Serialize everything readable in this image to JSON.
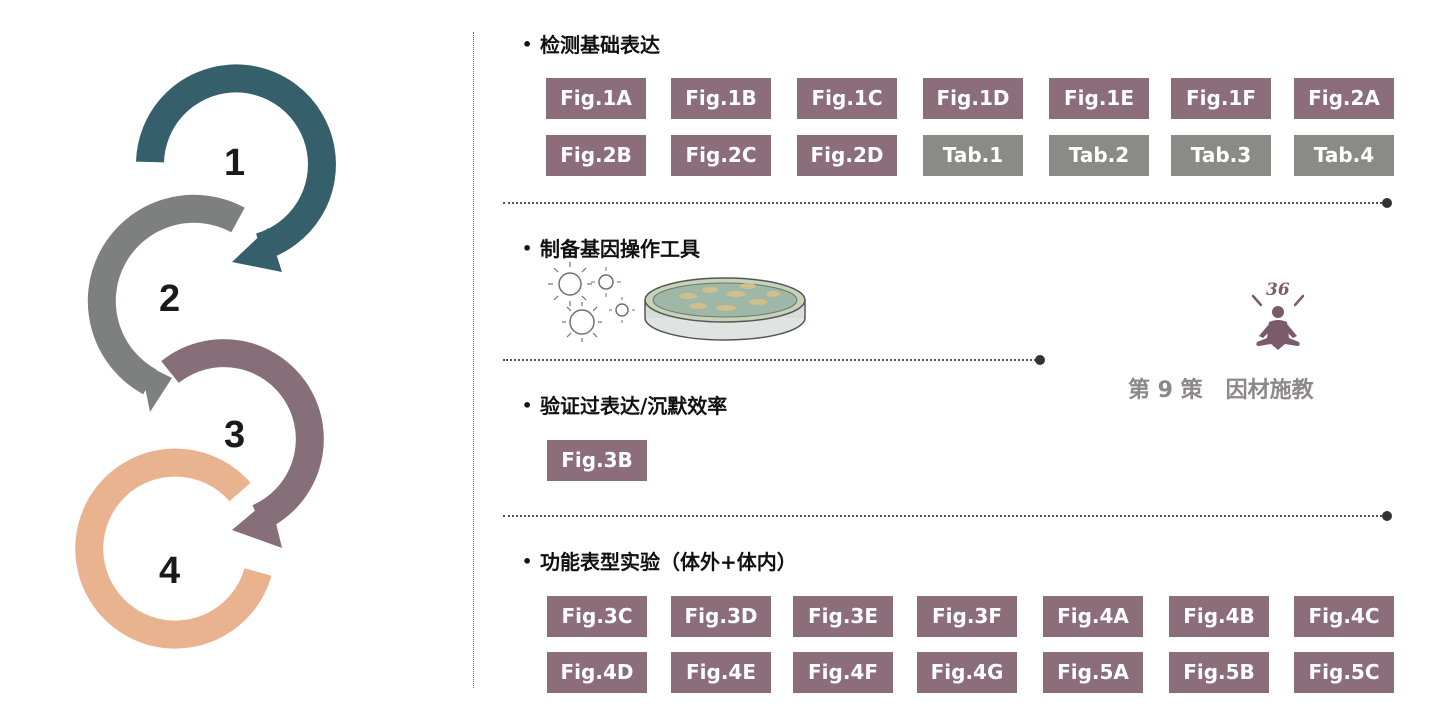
{
  "cycle": {
    "steps": [
      "1",
      "2",
      "3",
      "4"
    ],
    "colors": [
      "#35606b",
      "#7d807e",
      "#876f79",
      "#e9b38f"
    ]
  },
  "sections": [
    {
      "title": "检测基础表达",
      "rows": [
        [
          {
            "label": "Fig.1A",
            "kind": "mauve"
          },
          {
            "label": "Fig.1B",
            "kind": "mauve"
          },
          {
            "label": "Fig.1C",
            "kind": "mauve"
          },
          {
            "label": "Fig.1D",
            "kind": "mauve"
          },
          {
            "label": "Fig.1E",
            "kind": "mauve"
          },
          {
            "label": "Fig.1F",
            "kind": "mauve"
          },
          {
            "label": "Fig.2A",
            "kind": "mauve"
          }
        ],
        [
          {
            "label": "Fig.2B",
            "kind": "mauve"
          },
          {
            "label": "Fig.2C",
            "kind": "mauve"
          },
          {
            "label": "Fig.2D",
            "kind": "mauve"
          },
          {
            "label": "Tab.1",
            "kind": "gray"
          },
          {
            "label": "Tab.2",
            "kind": "gray"
          },
          {
            "label": "Tab.3",
            "kind": "gray"
          },
          {
            "label": "Tab.4",
            "kind": "gray"
          }
        ]
      ]
    },
    {
      "title": "制备基因操作工具",
      "rows": []
    },
    {
      "title": "验证过表达/沉默效率",
      "rows": [
        [
          {
            "label": "Fig.3B",
            "kind": "mauve"
          }
        ]
      ]
    },
    {
      "title": "功能表型实验（体外+体内）",
      "rows": [
        [
          {
            "label": "Fig.3C",
            "kind": "mauve"
          },
          {
            "label": "Fig.3D",
            "kind": "mauve"
          },
          {
            "label": "Fig.3E",
            "kind": "mauve"
          },
          {
            "label": "Fig.3F",
            "kind": "mauve"
          },
          {
            "label": "Fig.4A",
            "kind": "mauve"
          },
          {
            "label": "Fig.4B",
            "kind": "mauve"
          },
          {
            "label": "Fig.4C",
            "kind": "mauve"
          }
        ],
        [
          {
            "label": "Fig.4D",
            "kind": "mauve"
          },
          {
            "label": "Fig.4E",
            "kind": "mauve"
          },
          {
            "label": "Fig.4F",
            "kind": "mauve"
          },
          {
            "label": "Fig.4G",
            "kind": "mauve"
          },
          {
            "label": "Fig.5A",
            "kind": "mauve"
          },
          {
            "label": "Fig.5B",
            "kind": "mauve"
          },
          {
            "label": "Fig.5C",
            "kind": "mauve"
          }
        ]
      ]
    }
  ],
  "strategy": {
    "badge": "36",
    "caption": "第 9 策   因材施教",
    "icon": "meditation-person-icon"
  },
  "illustration": {
    "virus_icon": "virus-icon",
    "dish_icon": "petri-dish-icon"
  }
}
